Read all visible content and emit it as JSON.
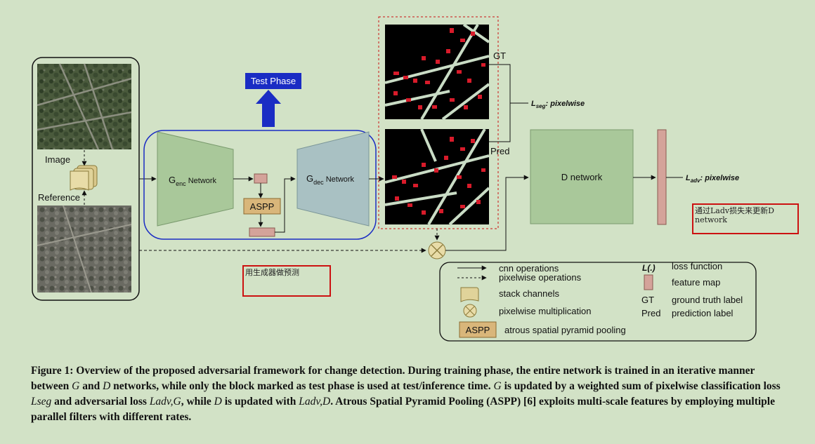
{
  "labels": {
    "image": "Image",
    "reference": "Reference",
    "test_phase": "Test Phase",
    "genc_g": "G",
    "genc_sub": "enc",
    "genc_rest": " Network",
    "gdec_g": "G",
    "gdec_sub": "dec",
    "gdec_rest": " Network",
    "aspp": "ASPP",
    "gt": "GT",
    "pred": "Pred",
    "lseg_l": "L",
    "lseg_sub": "seg",
    "lseg_rest": ": pixelwise",
    "d_network": "D network",
    "ladv_l": "L",
    "ladv_sub": "adv",
    "ladv_rest": ": pixelwise"
  },
  "notes": {
    "d_update": "通过Ladv损失来更新D network",
    "g_predict": "用生成器做预测"
  },
  "legend": {
    "cnn": "cnn operations",
    "pixelwise": "pixelwise operations",
    "stack": "stack channels",
    "multiplication": "pixelwise multiplication",
    "aspp_box": "ASPP",
    "aspp_desc": "atrous spatial pyramid pooling",
    "loss_symbol": "L(.)",
    "loss_desc": "loss function",
    "feature_map": "feature map",
    "gt": "GT",
    "gt_desc": "ground truth label",
    "pred": "Pred",
    "pred_desc": "prediction label"
  },
  "caption": {
    "p1": "Figure 1: Overview of the proposed adversarial framework for change detection. During training phase, the entire network is trained in an iterative manner between ",
    "g1": "G",
    "p2": " and ",
    "d1": "D",
    "p3": " networks, while only the block marked as test phase is used at test/inference time. ",
    "g2": "G",
    "p4": " is updated by a weighted sum of pixelwise classification loss ",
    "lseg": "Lseg",
    "p5": " and adversarial loss ",
    "ladvg": "Ladv,G",
    "p6": ", while ",
    "d2": "D",
    "p7": " is updated with ",
    "ladvd": "Ladv,D",
    "p8": ". Atrous Spatial Pyramid Pooling (ASPP) [6] exploits multi-scale features by employing multiple parallel filters with different rates."
  },
  "colors": {
    "background": "#d2e2c6",
    "encoder": "#a9c89a",
    "decoder": "#a9c1c3",
    "d_network": "#a9c89a",
    "test_phase": "#1a2cc4",
    "aspp": "#d9b67a",
    "feature_map": "#d4a39a",
    "seg_red": "#d81b2a",
    "road": "#c9dcc5"
  },
  "icons": [
    "stack-channels-icon",
    "multiplication-icon",
    "up-arrow-icon"
  ]
}
